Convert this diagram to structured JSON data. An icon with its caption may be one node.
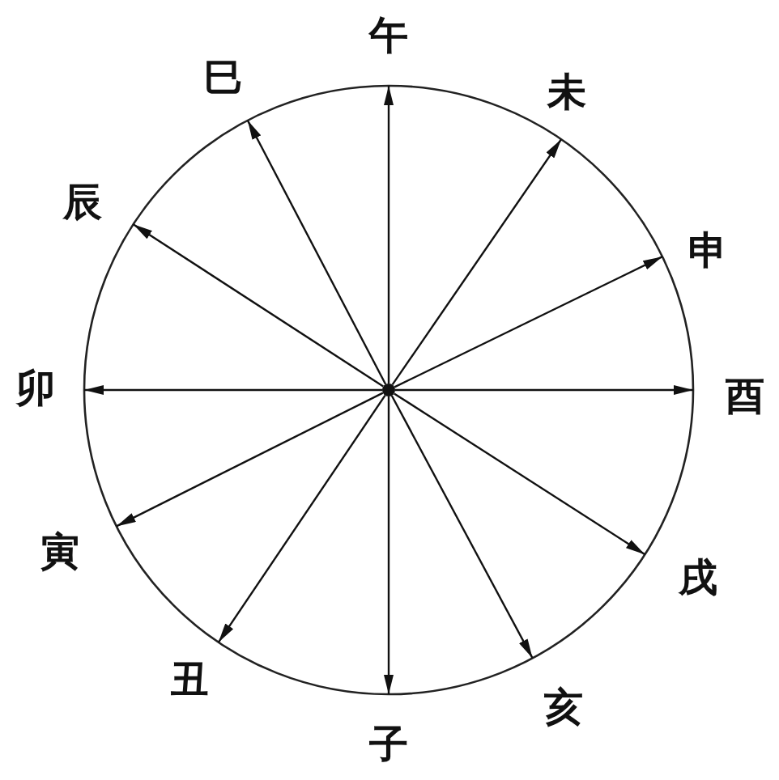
{
  "diagram": {
    "nodes": [
      {
        "text": [
          "午"
        ]
      },
      {
        "text": [
          "巳"
        ]
      },
      {
        "text": [
          "未"
        ]
      },
      {
        "text": [
          "辰"
        ]
      },
      {
        "text": [
          "申"
        ]
      },
      {
        "text": [
          "卯"
        ]
      },
      {
        "text": [],
        "shape": "circle"
      },
      {
        "text": [
          "酉"
        ]
      },
      {
        "text": [
          "寅"
        ]
      },
      {
        "text": [
          "戌"
        ]
      },
      {
        "text": [
          "丑"
        ]
      },
      {
        "text": [
          "亥"
        ]
      },
      {
        "text": [
          "子"
        ]
      }
    ],
    "edges": [
      {
        "from": 6,
        "to": 0,
        "arrow": "to"
      },
      {
        "from": 6,
        "to": 1,
        "arrow": "to"
      },
      {
        "from": 6,
        "to": 2,
        "arrow": "to"
      },
      {
        "from": 6,
        "to": 3,
        "arrow": "to"
      },
      {
        "from": 6,
        "to": 4,
        "arrow": "to"
      },
      {
        "from": 6,
        "to": 5,
        "arrow": "to"
      },
      {
        "from": 6,
        "to": 7,
        "arrow": "to"
      },
      {
        "from": 6,
        "to": 8,
        "arrow": "to"
      },
      {
        "from": 6,
        "to": 9,
        "arrow": "to"
      },
      {
        "from": 6,
        "to": 10,
        "arrow": "to"
      },
      {
        "from": 6,
        "to": 11,
        "arrow": "to"
      },
      {
        "from": 6,
        "to": 12,
        "arrow": "to"
      }
    ]
  }
}
